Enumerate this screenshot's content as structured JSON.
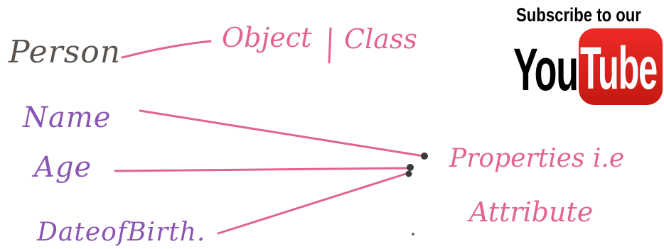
{
  "diagram": {
    "class_name": "Person",
    "object_class_label": "Object",
    "class_label": "Class",
    "properties": [
      "Name",
      "Age",
      "DateofBirth."
    ],
    "properties_label": "Properties i.e",
    "attribute_label": "Attribute"
  },
  "youtube": {
    "subscribe_text": "Subscribe to our",
    "you": "You",
    "tube": "Tube"
  },
  "colors": {
    "pencil": "#5a5450",
    "purple": "#8a55b5",
    "pink": "#e2648f",
    "youtube_red": "#e62117"
  }
}
